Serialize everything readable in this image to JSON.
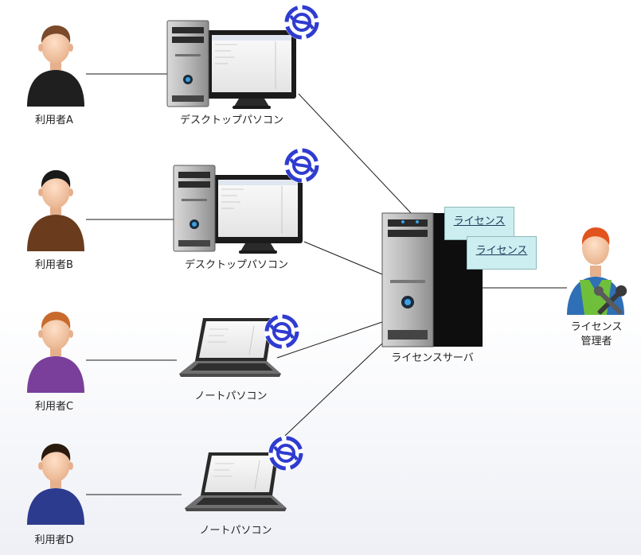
{
  "users": [
    {
      "label": "利用者A",
      "color": "#1f1f1f"
    },
    {
      "label": "利用者B",
      "color": "#6b3b1e"
    },
    {
      "label": "利用者C",
      "color": "#7a3f9a"
    },
    {
      "label": "利用者D",
      "color": "#2d3b8f"
    }
  ],
  "devices": [
    {
      "label": "デスクトップパソコン",
      "kind": "desktop"
    },
    {
      "label": "デスクトップパソコン",
      "kind": "desktop"
    },
    {
      "label": "ノートパソコン",
      "kind": "laptop"
    },
    {
      "label": "ノートパソコン",
      "kind": "laptop"
    }
  ],
  "server": {
    "label": "ライセンスサーバ"
  },
  "licenses": [
    "ライセンス",
    "ライセンス"
  ],
  "admin": {
    "label_line1": "ライセンス",
    "label_line2": "管理者"
  },
  "colors": {
    "badge": "#2f3cd0",
    "license_card": "#cdeef0",
    "admin_shirt": "#2f6fb5"
  }
}
